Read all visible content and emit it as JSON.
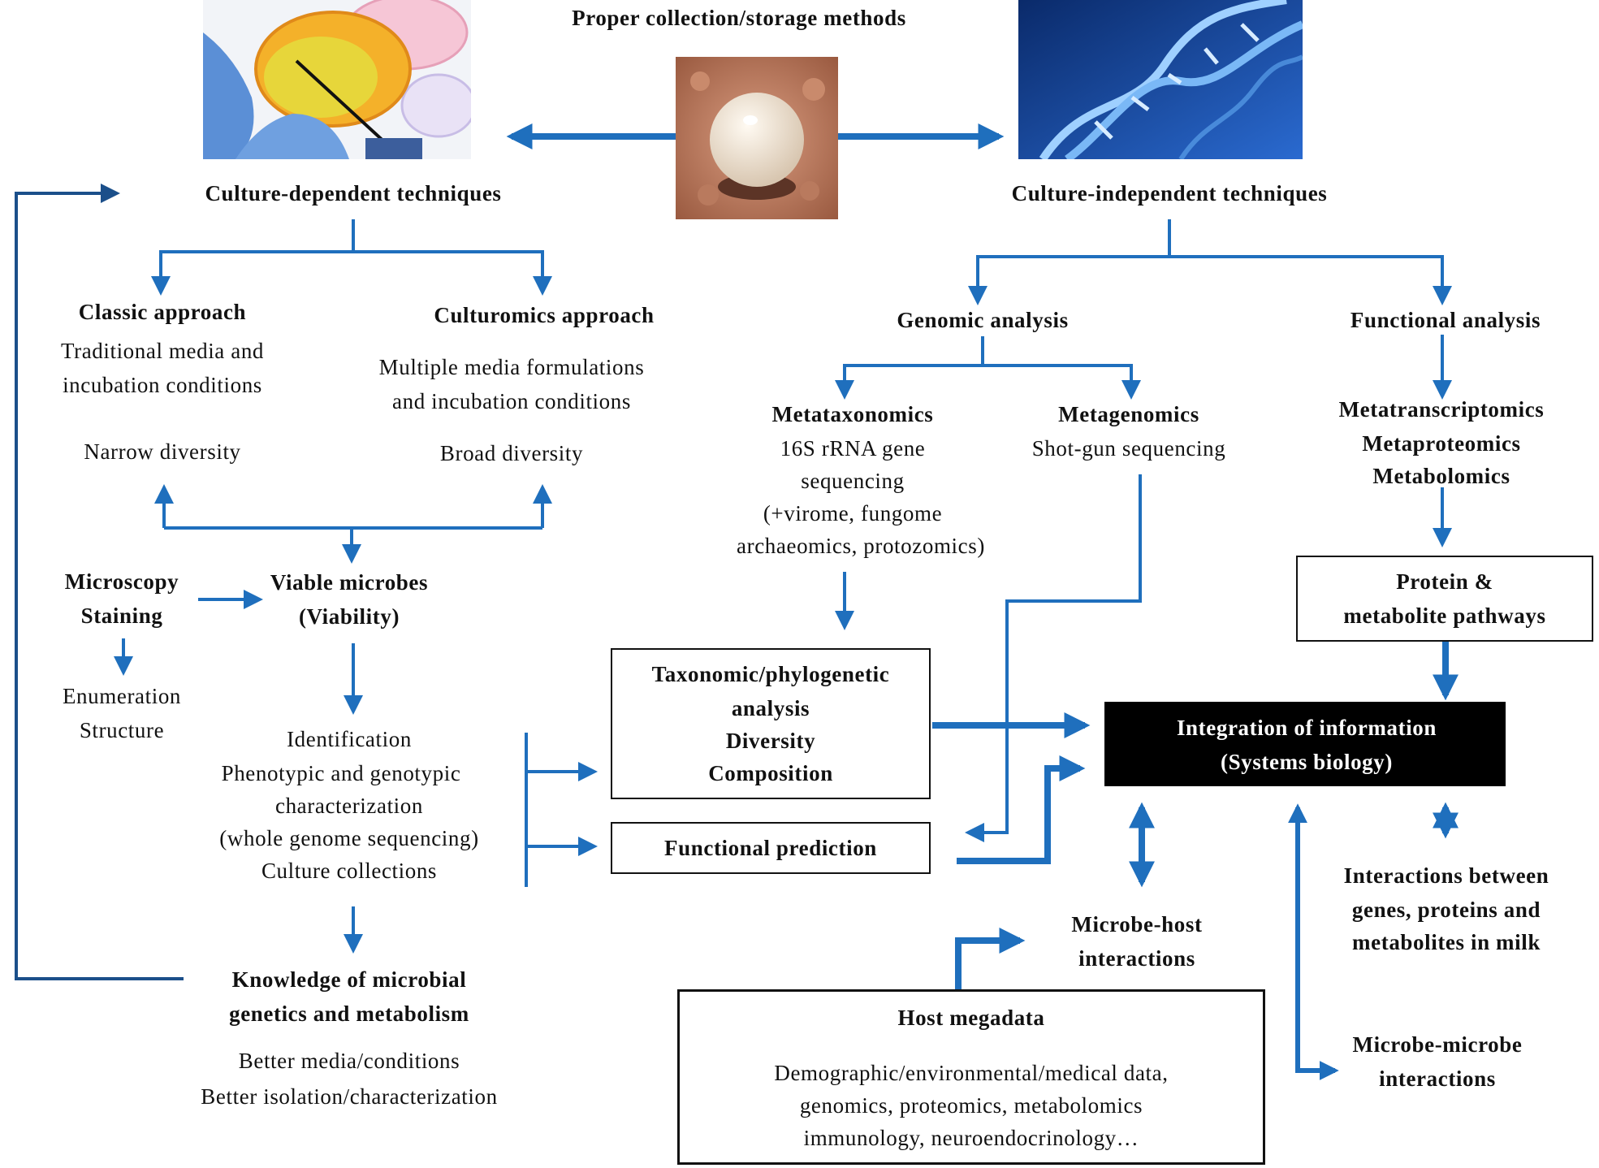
{
  "title": "Proper collection/storage methods",
  "colors": {
    "arrow": "#1f6fbd",
    "feedback": "#1b4f8a",
    "box_border": "#111111",
    "highlight_box": "#000000"
  },
  "images": {
    "petri": "petri-dish-photo",
    "sample": "milk-drop-photo",
    "dna": "dna-helix-photo"
  },
  "left": {
    "header": "Culture-dependent techniques",
    "classic": {
      "title": "Classic approach",
      "lines": [
        "Traditional media and",
        "incubation conditions"
      ],
      "diversity": "Narrow diversity"
    },
    "culturomics": {
      "title": "Culturomics approach",
      "lines": [
        "Multiple media formulations",
        "and incubation conditions"
      ],
      "diversity": "Broad diversity"
    },
    "microscopy": [
      "Microscopy",
      "Staining"
    ],
    "viable": [
      "Viable microbes",
      "(Viability)"
    ],
    "enumeration": [
      "Enumeration",
      "Structure"
    ],
    "identification": [
      "Identification",
      "Phenotypic and genotypic",
      "characterization",
      "(whole genome sequencing)",
      "Culture collections"
    ],
    "knowledge": [
      "Knowledge of microbial",
      "genetics and metabolism"
    ],
    "better": [
      "Better media/conditions",
      "Better isolation/characterization"
    ]
  },
  "right": {
    "header": "Culture-independent techniques",
    "genomic": "Genomic analysis",
    "functional": "Functional analysis",
    "metataxonomics": {
      "title": "Metataxonomics",
      "lines": [
        "16S rRNA gene",
        "sequencing",
        "(+virome, fungome",
        "archaeomics, protozomics)"
      ]
    },
    "metagenomics": {
      "title": "Metagenomics",
      "lines": [
        "Shot-gun sequencing"
      ]
    },
    "omics": [
      "Metatranscriptomics",
      "Metaproteomics",
      "Metabolomics"
    ],
    "protein_box": [
      "Protein &",
      "metabolite pathways"
    ]
  },
  "center": {
    "taxonomic_box": [
      "Taxonomic/phylogenetic",
      "analysis",
      "Diversity",
      "Composition"
    ],
    "functional_box": "Functional prediction",
    "integration_box": [
      "Integration of information",
      "(Systems biology)"
    ],
    "interactions_genes": [
      "Interactions between",
      "genes, proteins and",
      "metabolites in milk"
    ],
    "microbe_host": [
      "Microbe-host",
      "interactions"
    ],
    "microbe_microbe": [
      "Microbe-microbe",
      "interactions"
    ],
    "host": {
      "title": "Host megadata",
      "lines": [
        "Demographic/environmental/medical data,",
        "genomics, proteomics, metabolomics",
        "immunology, neuroendocrinology…"
      ]
    }
  }
}
